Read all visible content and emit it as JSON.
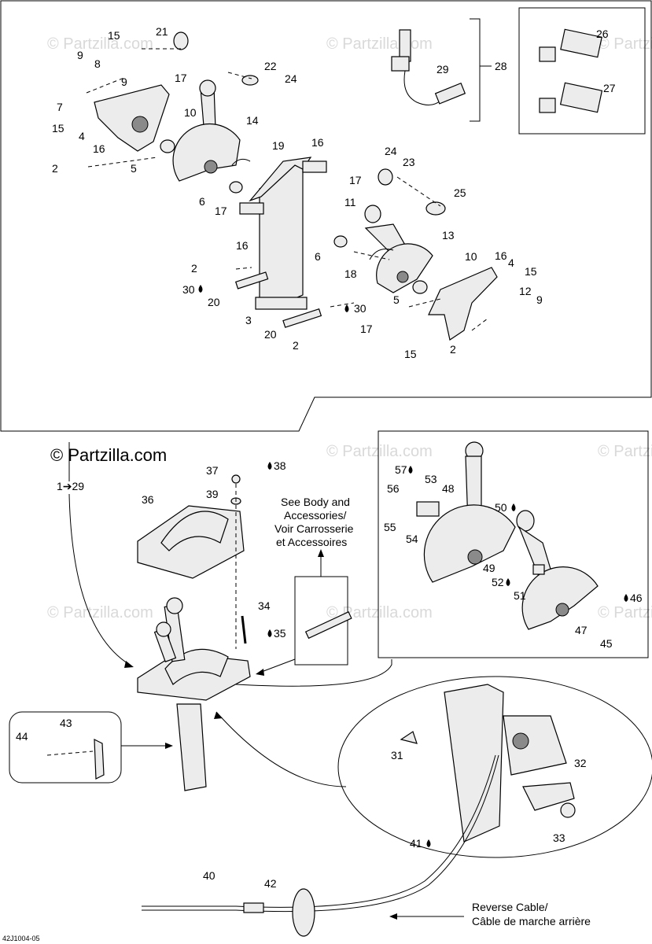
{
  "watermark": "© Partzilla.com",
  "brand": "© Partzilla.com",
  "diagram_code": "42J1004-05",
  "callouts": {
    "c1": "15",
    "c2": "21",
    "c3": "9",
    "c4": "8",
    "c5": "22",
    "c6": "24",
    "c7": "17",
    "c8": "9",
    "c9": "7",
    "c10": "10",
    "c11": "15",
    "c12": "4",
    "c13": "14",
    "c14": "16",
    "c15": "19",
    "c16": "16",
    "c17": "5",
    "c18": "2",
    "c19": "24",
    "c20": "23",
    "c21": "17",
    "c22": "6",
    "c23": "17",
    "c24": "11",
    "c25": "25",
    "c26": "16",
    "c27": "13",
    "c28": "2",
    "c29": "6",
    "c30": "10",
    "c31": "16",
    "c32": "4",
    "c33": "30",
    "c34": "20",
    "c35": "18",
    "c36": "15",
    "c37": "12",
    "c38": "9",
    "c39": "5",
    "c40": "3",
    "c41": "30",
    "c42": "20",
    "c43": "17",
    "c44": "2",
    "c45": "15",
    "c46": "2",
    "c47": "26",
    "c48": "27",
    "c49": "28",
    "c50": "29",
    "c51": "37",
    "c52": "38",
    "c53": "39",
    "c54": "36",
    "c55": "34",
    "c56": "35",
    "c57": "57",
    "c58": "53",
    "c59": "56",
    "c60": "48",
    "c61": "55",
    "c62": "54",
    "c63": "50",
    "c64": "49",
    "c65": "52",
    "c66": "51",
    "c67": "46",
    "c68": "47",
    "c69": "45",
    "c70": "43",
    "c71": "44",
    "c72": "31",
    "c73": "32",
    "c74": "33",
    "c75": "41",
    "c76": "40",
    "c77": "42"
  },
  "ref_label": "1➔29",
  "see_note": {
    "line1": "See Body and",
    "line2": "Accessories/",
    "line3": "Voir Carrosserie",
    "line4": "et Accessoires"
  },
  "cable_note": {
    "line1": "Reverse Cable/",
    "line2": "Câble de marche arrière"
  },
  "drop_icon": "oil-drop-icon"
}
